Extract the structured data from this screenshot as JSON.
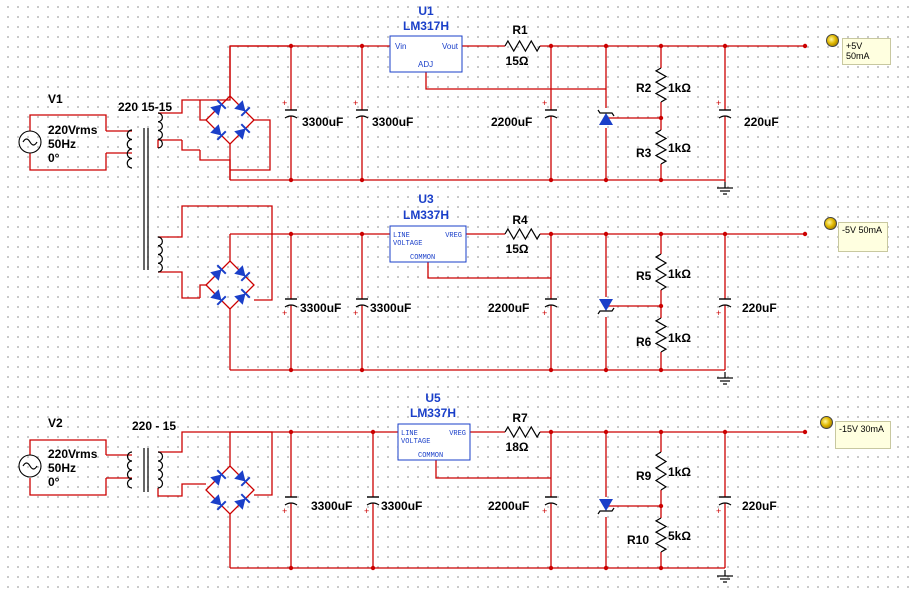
{
  "sources": [
    {
      "ref": "V1",
      "voltage": "220Vrms",
      "freq": "50Hz",
      "phase": "0°"
    },
    {
      "ref": "V2",
      "voltage": "220Vrms",
      "freq": "50Hz",
      "phase": "0°"
    }
  ],
  "transformers": [
    {
      "label": "220 15-15"
    },
    {
      "label": "220 - 15"
    }
  ],
  "regulators": [
    {
      "ref": "U1",
      "part": "LM317H",
      "pins": {
        "in": "Vin",
        "out": "Vout",
        "adj": "ADJ"
      }
    },
    {
      "ref": "U3",
      "part": "LM337H",
      "pins": {
        "in": "LINE",
        "out": "VREG",
        "adj": "VOLTAGE",
        "common": "COMMON"
      }
    },
    {
      "ref": "U5",
      "part": "LM337H",
      "pins": {
        "in": "LINE",
        "out": "VREG",
        "adj": "VOLTAGE",
        "common": "COMMON"
      }
    }
  ],
  "resistors": [
    {
      "ref": "R1",
      "value": "15Ω"
    },
    {
      "ref": "R2",
      "value": "1kΩ"
    },
    {
      "ref": "R3",
      "value": "1kΩ"
    },
    {
      "ref": "R4",
      "value": "15Ω"
    },
    {
      "ref": "R5",
      "value": "1kΩ"
    },
    {
      "ref": "R6",
      "value": "1kΩ"
    },
    {
      "ref": "R7",
      "value": "18Ω"
    },
    {
      "ref": "R9",
      "value": "1kΩ"
    },
    {
      "ref": "R10",
      "value": "5kΩ"
    }
  ],
  "capacitors": {
    "row1": [
      "3300uF",
      "3300uF",
      "2200uF",
      "220uF"
    ],
    "row2": [
      "3300uF",
      "3300uF",
      "2200uF",
      "220uF"
    ],
    "row3": [
      "3300uF",
      "3300uF",
      "2200uF",
      "220uF"
    ]
  },
  "probes": [
    {
      "label": "+5V 50mA"
    },
    {
      "label": "-5V 50mA"
    },
    {
      "label": "-15V 30mA"
    }
  ],
  "colors": {
    "wire": "#cc0000",
    "component": "#1a3fc9",
    "probe_bg": "#ffffe0"
  }
}
